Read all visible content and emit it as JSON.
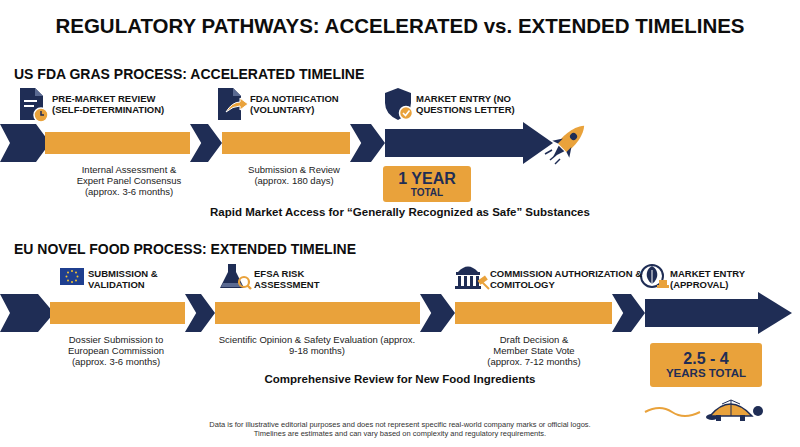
{
  "diagram": {
    "title": "REGULATORY PATHWAYS: ACCELERATED vs. EXTENDED TIMELINES",
    "nodes": [
      {
        "text": [
          "PRE-MARKET REVIEW (SELF-DETERMINATION)",
          "Internal Assessment & Expert Panel Consensus (approx. 3-6 months)"
        ]
      },
      {
        "text": [
          "FDA NOTIFICATION (VOLUNTARY)",
          "Submission & Review (approx. 180 days)"
        ]
      },
      {
        "text": [
          "MARKET ENTRY (NO QUESTIONS LETTER)"
        ]
      },
      {
        "text": [
          "1 YEAR",
          "TOTAL"
        ]
      },
      {
        "text": [
          "SUBMISSION & VALIDATION",
          "Dossier Submission to European Commission (approx. 3-6 months)"
        ]
      },
      {
        "text": [
          "EFSA RISK ASSESSMENT",
          "Scientific Opinion & Safety Evaluation (approx. 9-18 months)"
        ]
      },
      {
        "text": [
          "COMMISSION AUTHORIZATION & COMITOLOGY",
          "Draft Decision & Member State Vote (approx. 7-12 months)"
        ]
      },
      {
        "text": [
          "MARKET ENTRY (APPROVAL)"
        ]
      },
      {
        "text": [
          "2.5 - 4",
          "YEARS TOTAL"
        ]
      }
    ],
    "edges": [
      {
        "from": 0,
        "to": 1,
        "arrow": "to"
      },
      {
        "from": 1,
        "to": 2,
        "arrow": "to"
      },
      {
        "from": 4,
        "to": 5,
        "arrow": "to"
      },
      {
        "from": 5,
        "to": 6,
        "arrow": "to"
      },
      {
        "from": 6,
        "to": 7,
        "arrow": "to"
      }
    ],
    "labels": [
      "US FDA GRAS PROCESS: ACCELERATED TIMELINE",
      "Rapid Market Access for “Generally Recognized as Safe” Substances",
      "EU NOVEL FOOD PROCESS: EXTENDED TIMELINE",
      "Comprehensive Review for New Food Ingredients",
      "Data is for illustrative editorial purposes and does not represent specific real-world company marks or official logos.",
      "Timelines are estimates and can vary based on complexity and regulatory requirements."
    ]
  }
}
